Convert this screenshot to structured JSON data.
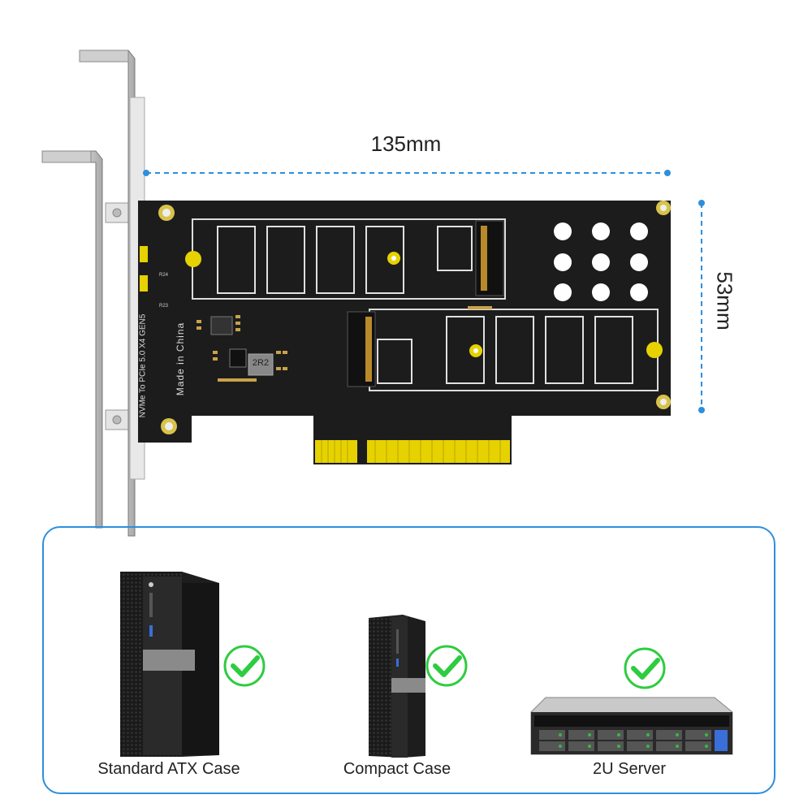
{
  "dimensions": {
    "width_label": "135mm",
    "height_label": "53mm"
  },
  "card": {
    "silkscreen_model": "NVMe To PCIe 5.0 X4 GEN5",
    "silkscreen_origin": "Made in China",
    "chip_marking": "2R2",
    "ref_r24": "R24",
    "ref_r23": "R23"
  },
  "compatibility": [
    {
      "label": "Standard ATX Case",
      "supported": true
    },
    {
      "label": "Compact Case",
      "supported": true
    },
    {
      "label": "2U Server",
      "supported": true
    }
  ],
  "colors": {
    "accent": "#2d8fdd",
    "check": "#2ecc40",
    "pcb": "#1c1c1c",
    "gold": "#e6d200"
  }
}
